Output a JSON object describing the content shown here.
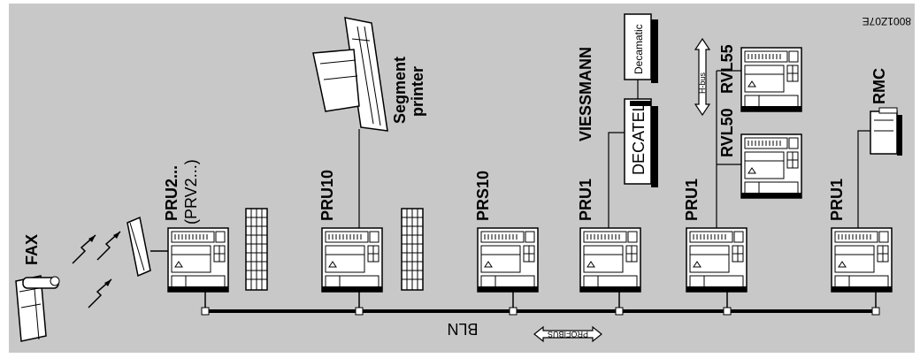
{
  "diagram": {
    "doc_id": "8001Z07E",
    "bus_label": "BLN",
    "profibus_label": "PROFIBUS",
    "hbus_label": "H-bus",
    "nodes": {
      "fax": "FAX",
      "pru2": "PRU2...",
      "prv2": "(PRV2...)",
      "pru10": "PRU10",
      "printer_line1": "Segment",
      "printer_line2": "printer",
      "prs10": "PRS10",
      "pru1_a": "PRU1",
      "viessmann": "VIESSMANN",
      "decatel": "DECATEL",
      "decamatic": "Decamatic",
      "pru1_b": "PRU1",
      "rvl55": "RVL55",
      "rvl50": "RVL50",
      "pru1_c": "PRU1",
      "rmc": "RMC"
    },
    "colors": {
      "background": "#c8c8c8",
      "device_fill": "#ffffff",
      "stroke": "#000000"
    }
  }
}
